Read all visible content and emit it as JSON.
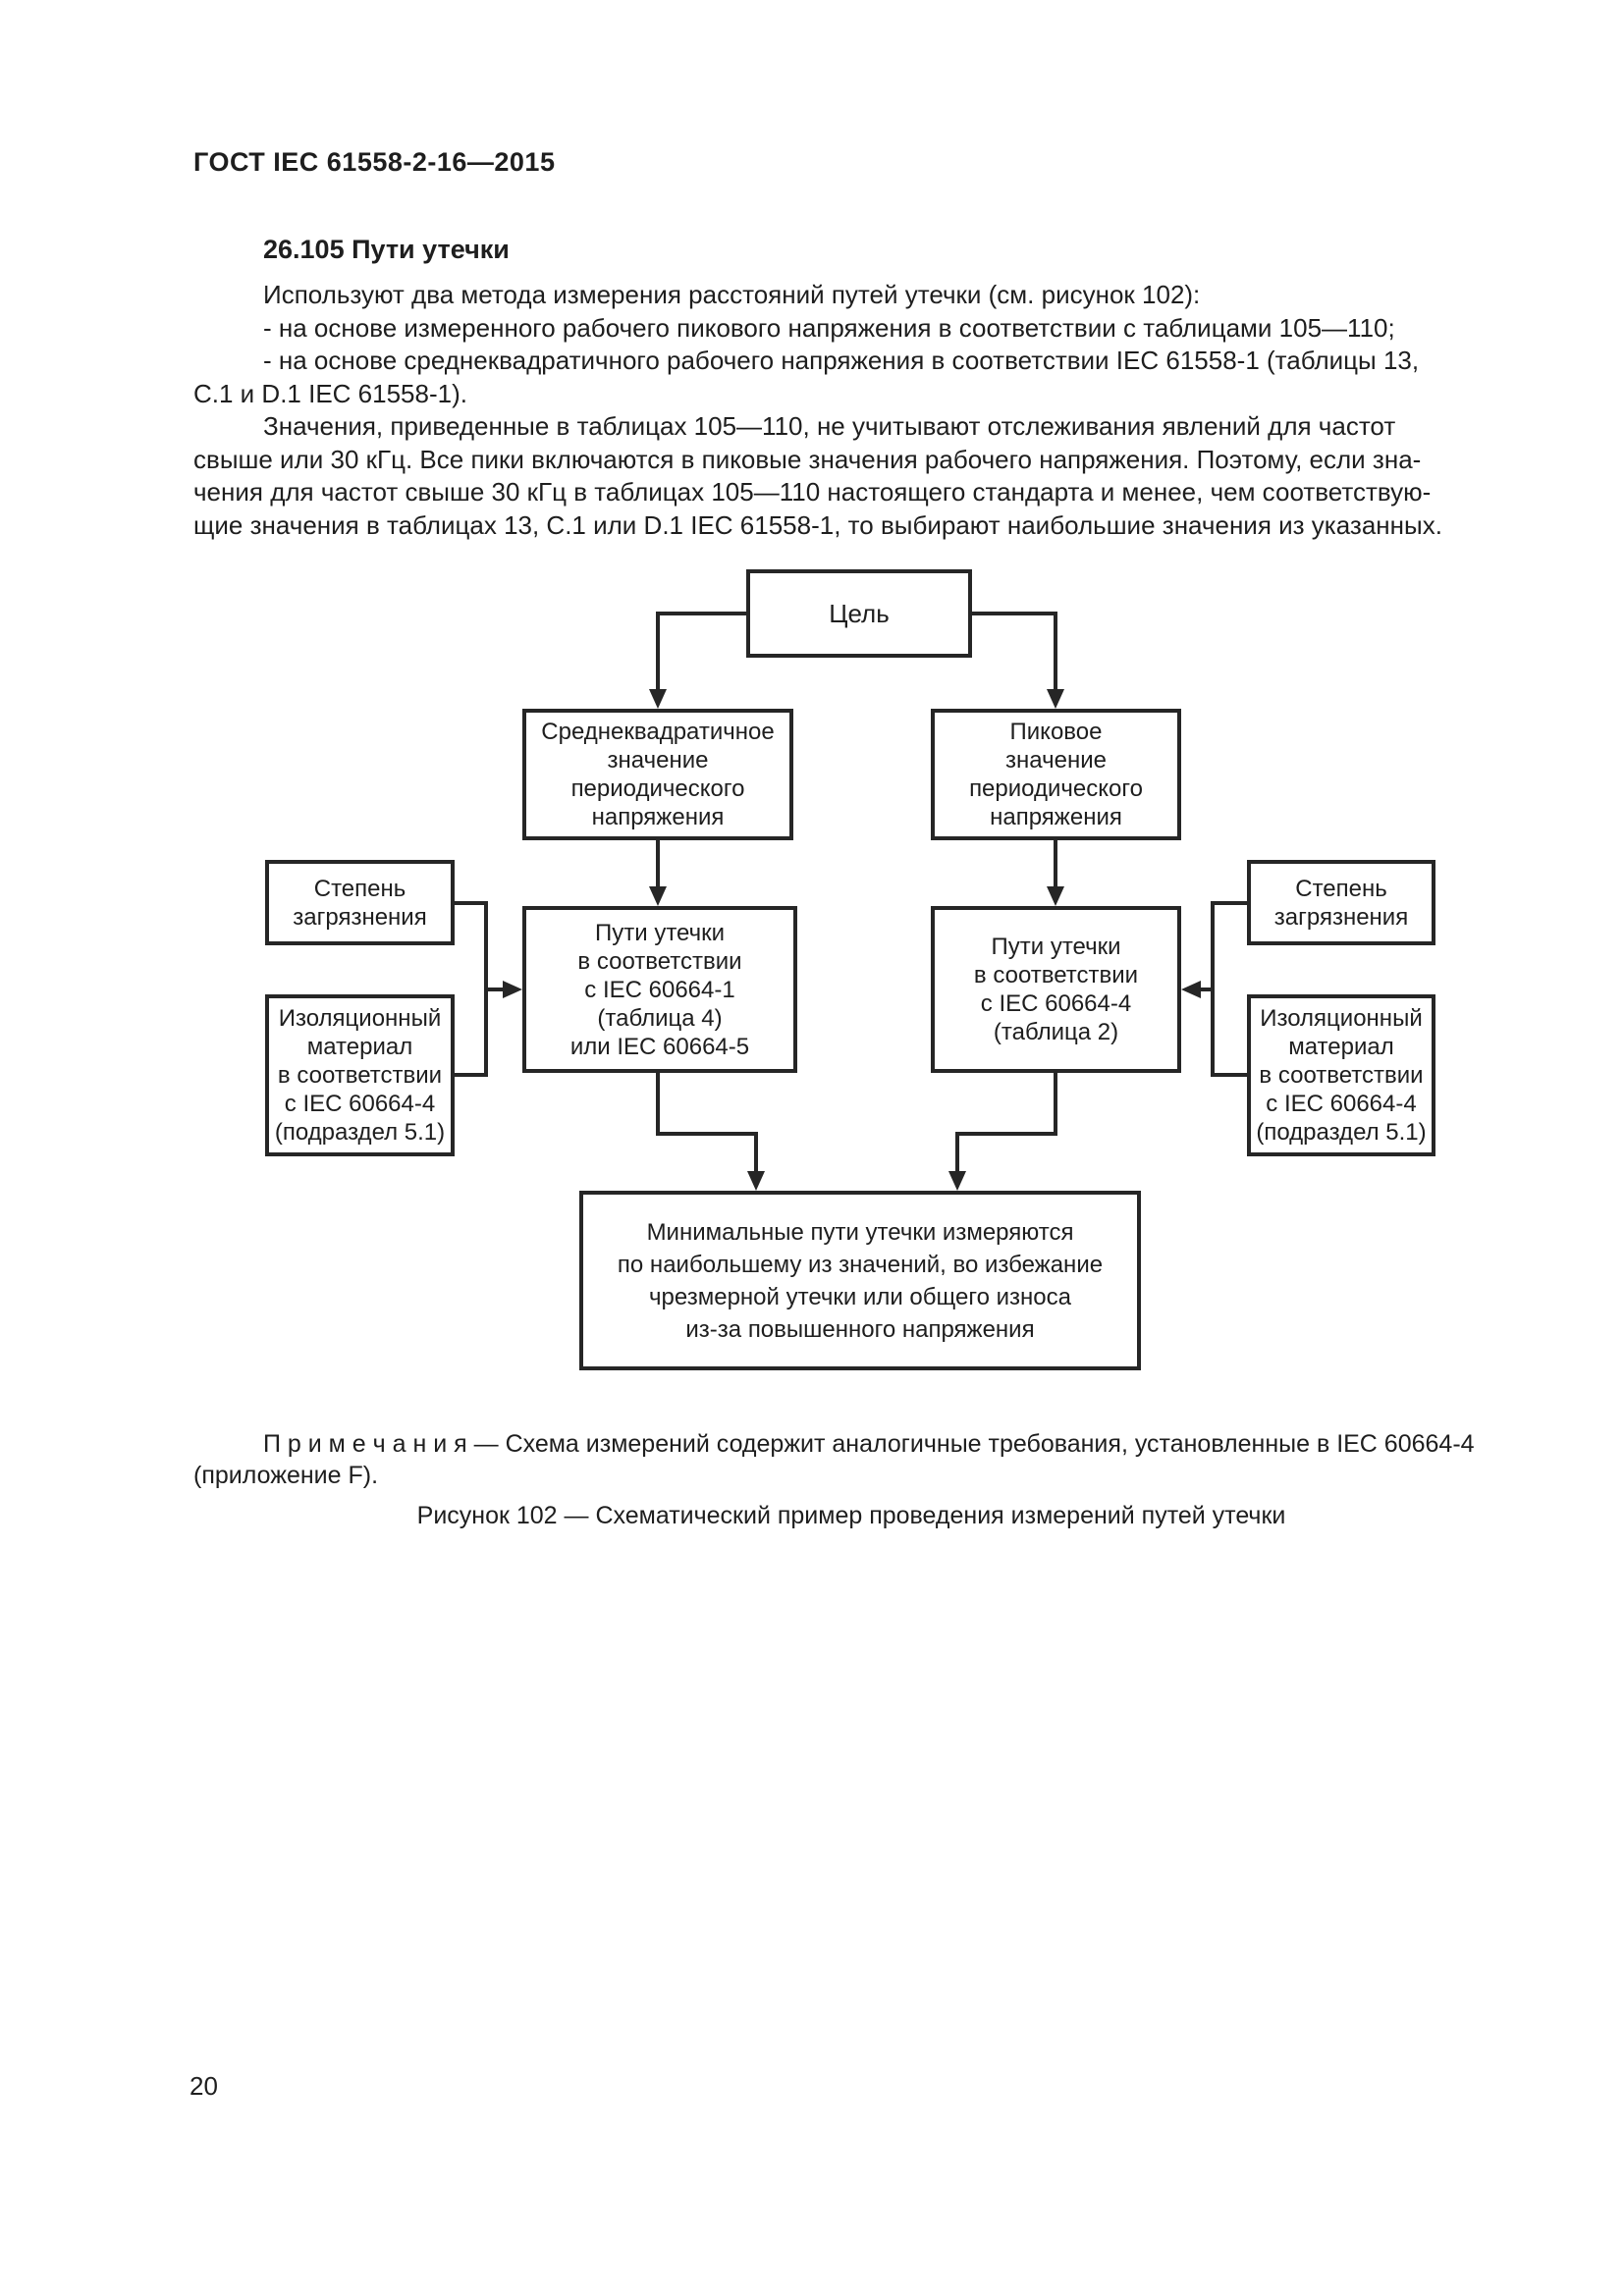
{
  "header": {
    "doc_code": "ГОСТ IEC 61558-2-16—2015"
  },
  "section": {
    "heading": "26.105 Пути утечки"
  },
  "body": {
    "lines": [
      "Используют два метода измерения расстояний путей утечки (см. рисунок 102):",
      "- на основе измеренного рабочего пикового напряжения в соответствии с таблицами 105—110;",
      "- на основе среднеквадратичного рабочего напряжения в соответствии IEC 61558-1 (таблицы 13,",
      "C.1 и D.1 IEC 61558-1).",
      "Значения, приведенные в таблицах 105—110, не учитывают отслеживания явлений для частот",
      "свыше или 30 кГц. Все пики включаются в пиковые значения рабочего напряжения. Поэтому, если зна-",
      "чения для частот свыше 30 кГц в таблицах 105—110 настоящего стандарта и менее, чем соответствую-",
      "щие значения в таблицах 13, C.1 или D.1 IEC 61558-1, то выбирают наибольшие значения из указанных."
    ]
  },
  "flowchart": {
    "goal": {
      "label": "Цель"
    },
    "rms": {
      "label": "Среднеквадратичное\nзначение\nпериодического\nнапряжения"
    },
    "peak": {
      "label": "Пиковое\nзначение\nпериодического\nнапряжения"
    },
    "creepage_left": {
      "label": "Пути утечки\nв соответствии\nс IEC 60664-1\n(таблица 4)\nили IEC 60664-5"
    },
    "creepage_right": {
      "label": "Пути утечки\nв соответствии\nс IEC 60664-4\n(таблица 2)"
    },
    "pollution_left": {
      "label": "Степень\nзагрязнения"
    },
    "insulation_left": {
      "label": "Изоляционный\nматериал\nв соответствии\nс IEC 60664-4\n(подраздел 5.1)"
    },
    "pollution_right": {
      "label": "Степень\nзагрязнения"
    },
    "insulation_right": {
      "label": "Изоляционный\nматериал\nв соответствии\nс IEC 60664-4\n(подраздел 5.1)"
    },
    "minimum": {
      "label": "Минимальные пути утечки измеряются\nпо наибольшему из значений, во избежание\nчрезмерной утечки или общего износа\nиз-за повышенного напряжения"
    }
  },
  "note": {
    "line1": "П р и м е ч а н и я  — Схема измерений содержит аналогичные требования, установленные в IEC 60664-4",
    "line2": "(приложение F)."
  },
  "caption": {
    "text": "Рисунок 102 — Схематический пример проведения измерений путей утечки"
  },
  "page": {
    "number": "20"
  }
}
